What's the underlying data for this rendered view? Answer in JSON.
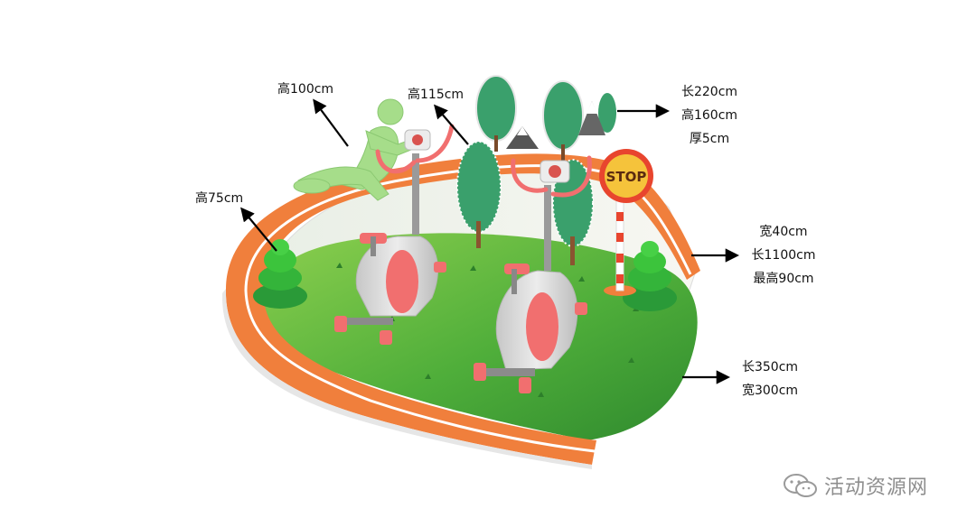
{
  "annotations": {
    "cyclist_height": "高100cm",
    "bike_height": "高115cm",
    "tree_height": "高75cm",
    "backboard": [
      "长220cm",
      "高160cm",
      "厚5cm"
    ],
    "track": [
      "宽40cm",
      "长1100cm",
      "最高90cm"
    ],
    "ground": [
      "长350cm",
      "宽300cm"
    ]
  },
  "sign": {
    "text": "STOP"
  },
  "watermark": {
    "text": "活动资源网",
    "icon": "wechat-icon"
  },
  "colors": {
    "track_orange": "#f07f3c",
    "track_line": "#ffffff",
    "grass": "#3f9b35",
    "grass_light": "#7cc646",
    "tree_dark": "#2a9a38",
    "tree_bright": "#39c436",
    "cyclist_green": "#a6dd8a",
    "bike_pink": "#f16f6f",
    "bike_grey": "#d9d9d9",
    "sign_yellow": "#f5c33b",
    "sign_red": "#e8452e"
  }
}
